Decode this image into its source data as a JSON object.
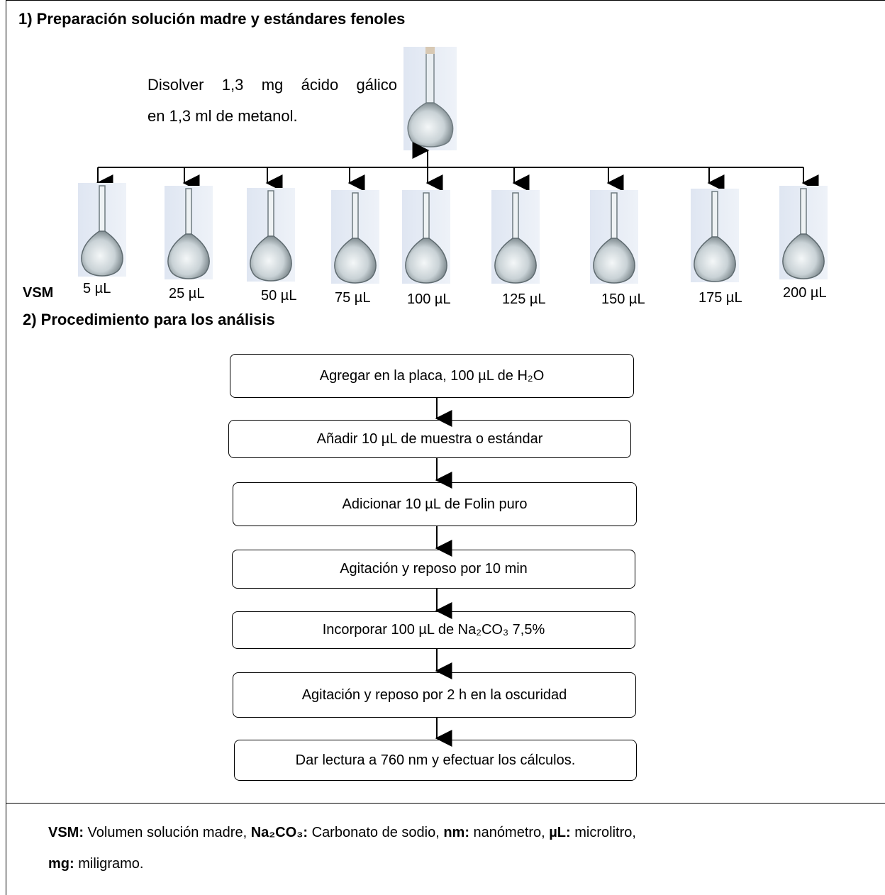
{
  "section1": {
    "title": "1) Preparación solución madre y estándares fenoles",
    "instruction_line1": "Disolver 1,3 mg ácido gálico",
    "instruction_line2": "en 1,3 ml de metanol."
  },
  "vsm_label": "VSM",
  "volumes": [
    "5 µL",
    "25 µL",
    "50 µL",
    "75 µL",
    "100 µL",
    "125 µL",
    "150 µL",
    "175 µL",
    "200 µL"
  ],
  "section2": {
    "title": "2) Procedimiento para los análisis",
    "steps": [
      "Agregar en la placa, 100 µL de H₂O",
      "Añadir 10 µL de muestra o estándar",
      "Adicionar 10 µL de Folin puro",
      "Agitación y reposo por 10 min",
      "Incorporar 100 µL de Na₂CO₃ 7,5%",
      "Agitación y reposo por 2 h en la oscuridad",
      "Dar lectura a 760 nm y efectuar los cálculos."
    ]
  },
  "legend": {
    "vsm_term": "VSM:",
    "vsm_def": " Volumen solución madre, ",
    "na_term": "Na₂CO₃:",
    "na_def": " Carbonato de sodio, ",
    "nm_term": "nm:",
    "nm_def": " nanómetro, ",
    "ul_term": "µL:",
    "ul_def": " microlitro,",
    "mg_term": "mg:",
    "mg_def": " miligramo."
  }
}
